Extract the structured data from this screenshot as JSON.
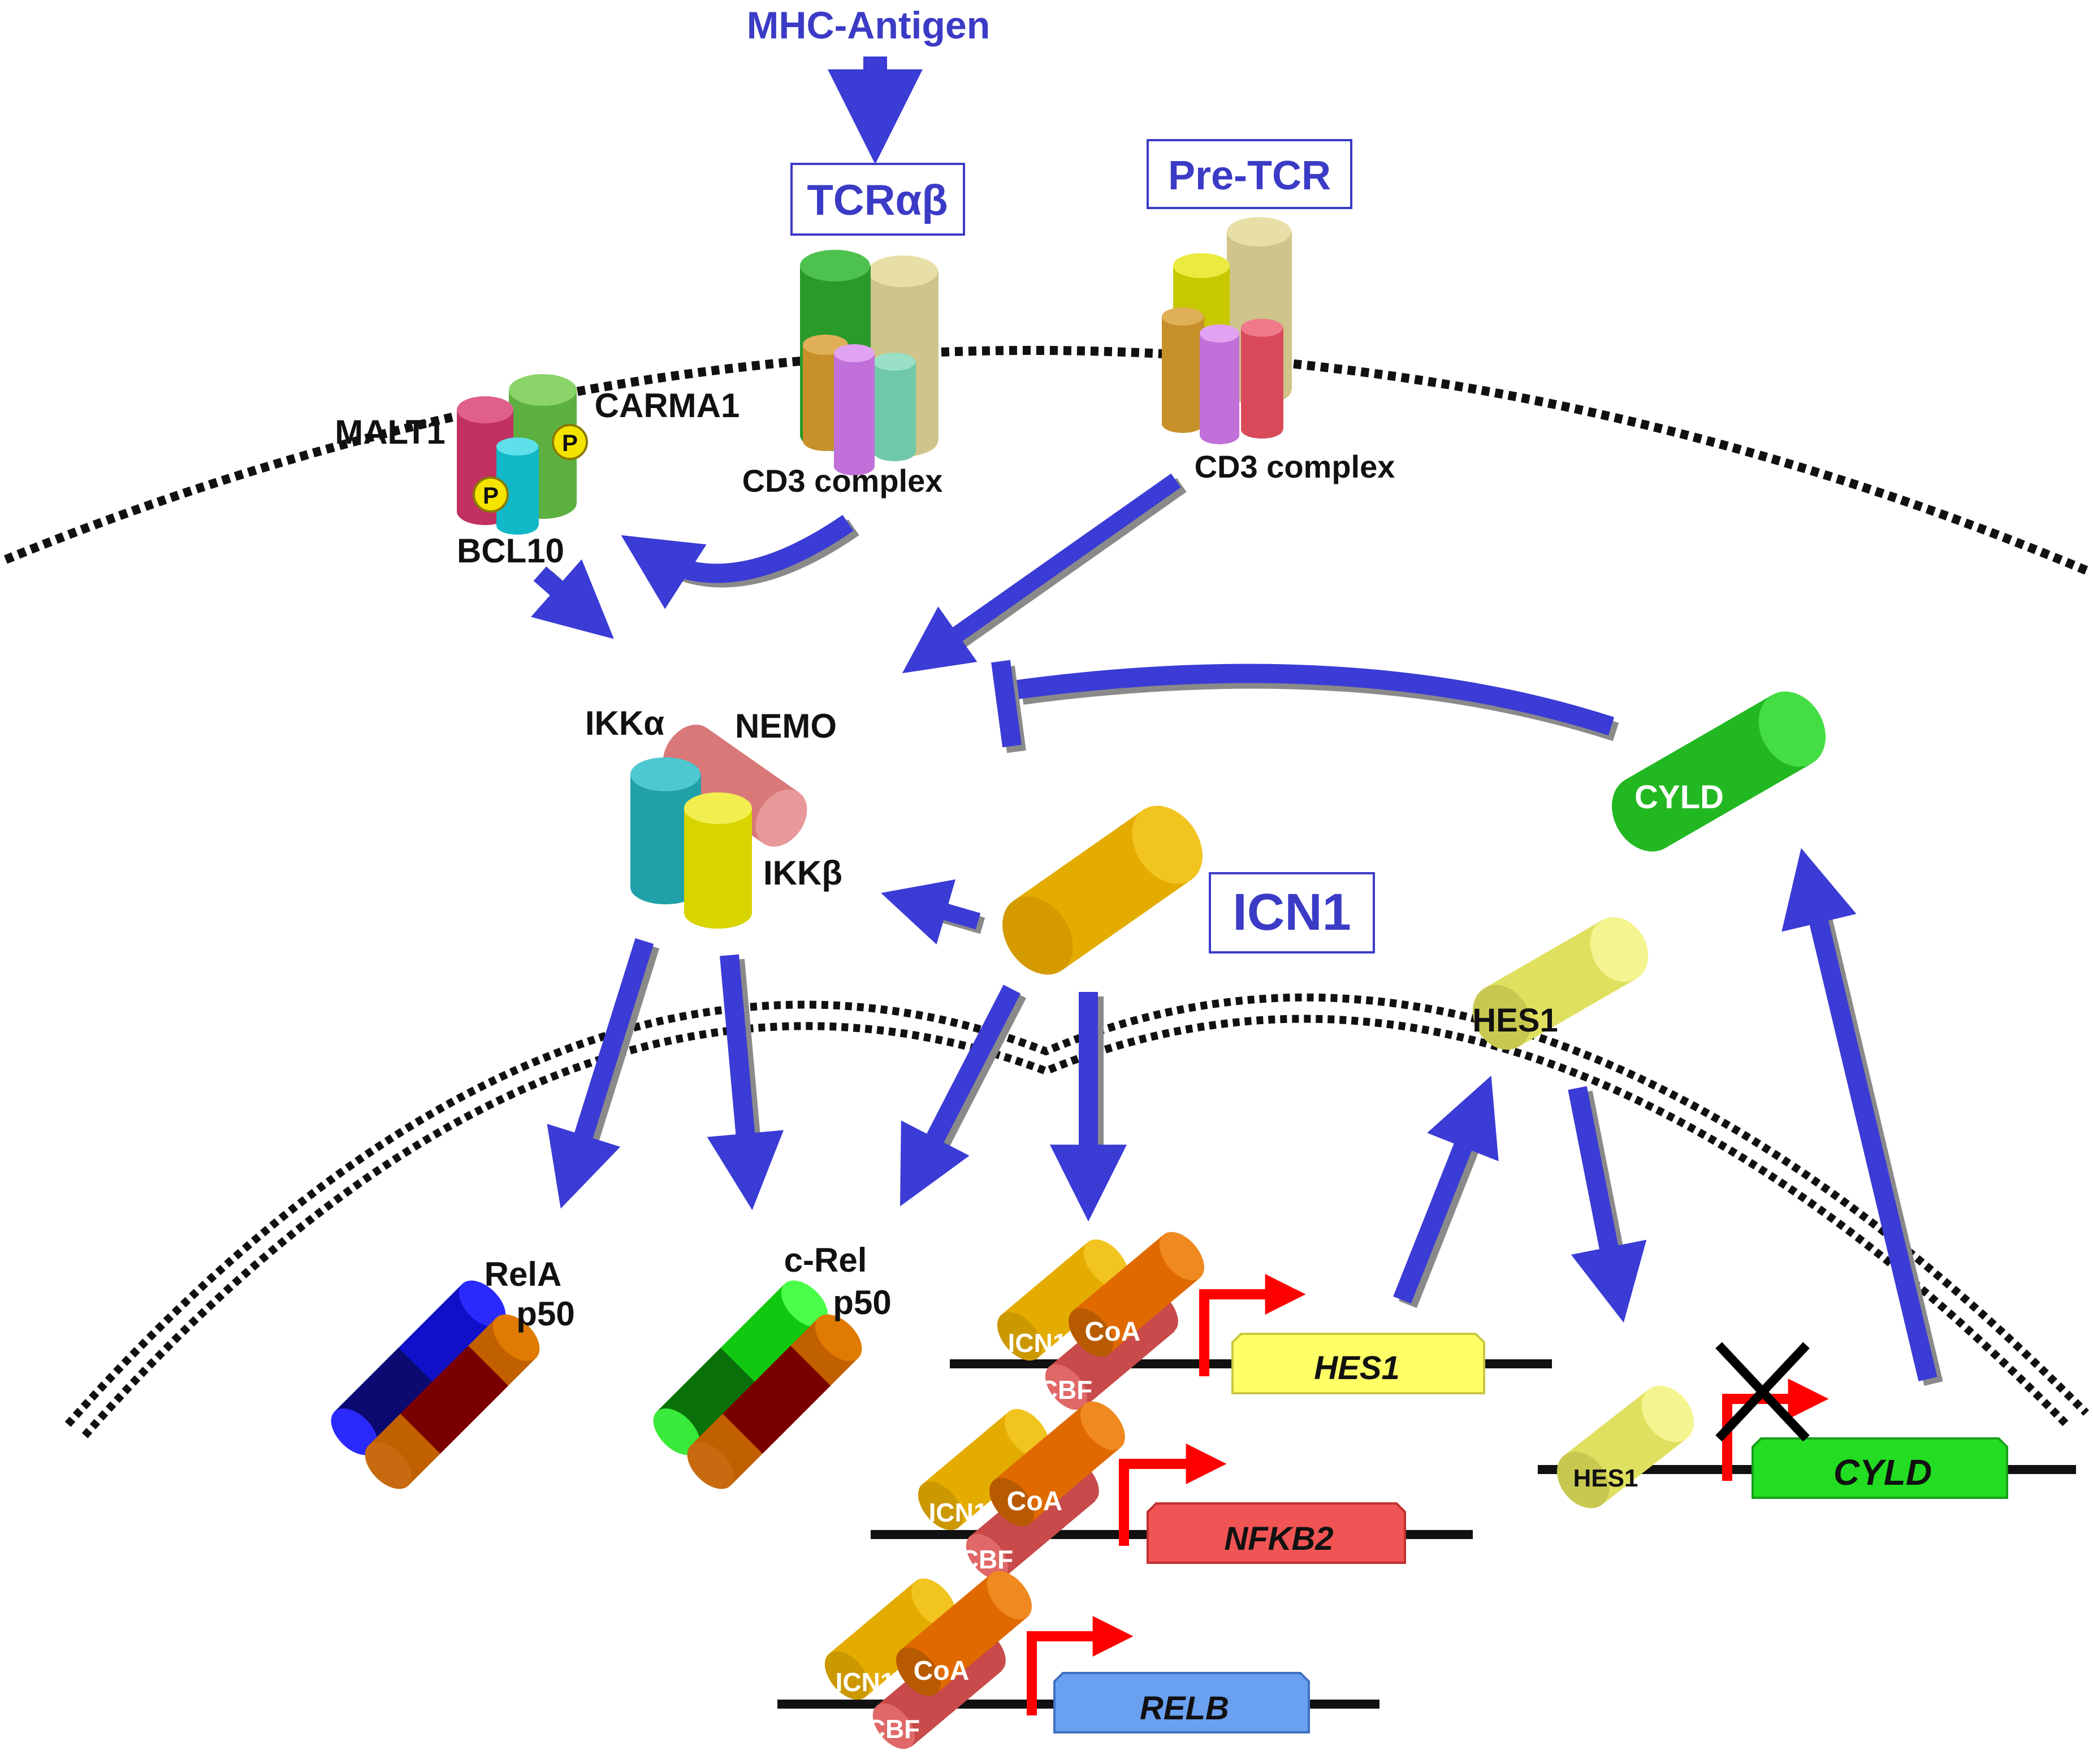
{
  "labels": {
    "mhc_antigen": "MHC-Antigen",
    "tcr_ab": "TCRαβ",
    "pre_tcr": "Pre-TCR",
    "cd3_left": "CD3 complex",
    "cd3_right": "CD3 complex",
    "malt1": "MALT1",
    "carma1": "CARMA1",
    "bcl10": "BCL10",
    "phospho_1": "P",
    "phospho_2": "P",
    "ikka": "IKKα",
    "nemo": "NEMO",
    "ikkb": "IKKβ",
    "icn1": "ICN1",
    "hes1_protein": "HES1",
    "cyld_protein": "CYLD",
    "rela": "RelA",
    "p50_a": "p50",
    "crel": "c-Rel",
    "p50_b": "p50",
    "complex_icn1": "ICN1",
    "complex_coa": "CoA",
    "complex_cbf": "CBF",
    "gene_hes1": "HES1",
    "gene_nfkb2": "NFKB2",
    "gene_relb": "RELB",
    "gene_cyld": "CYLD",
    "hes1_repressor": "HES1"
  },
  "colors": {
    "arrow": "#3b3bd6",
    "arrow_shadow": "#8a8a8a",
    "promoter_arrow": "#ff0000",
    "hes1_gene": "#ffff66",
    "nfkb2_gene": "#f05454",
    "relb_gene": "#6aa0f0",
    "cyld_gene": "#22dd22",
    "icn1": "#f2b600",
    "coa": "#f07800",
    "cbf": "#e05050"
  }
}
